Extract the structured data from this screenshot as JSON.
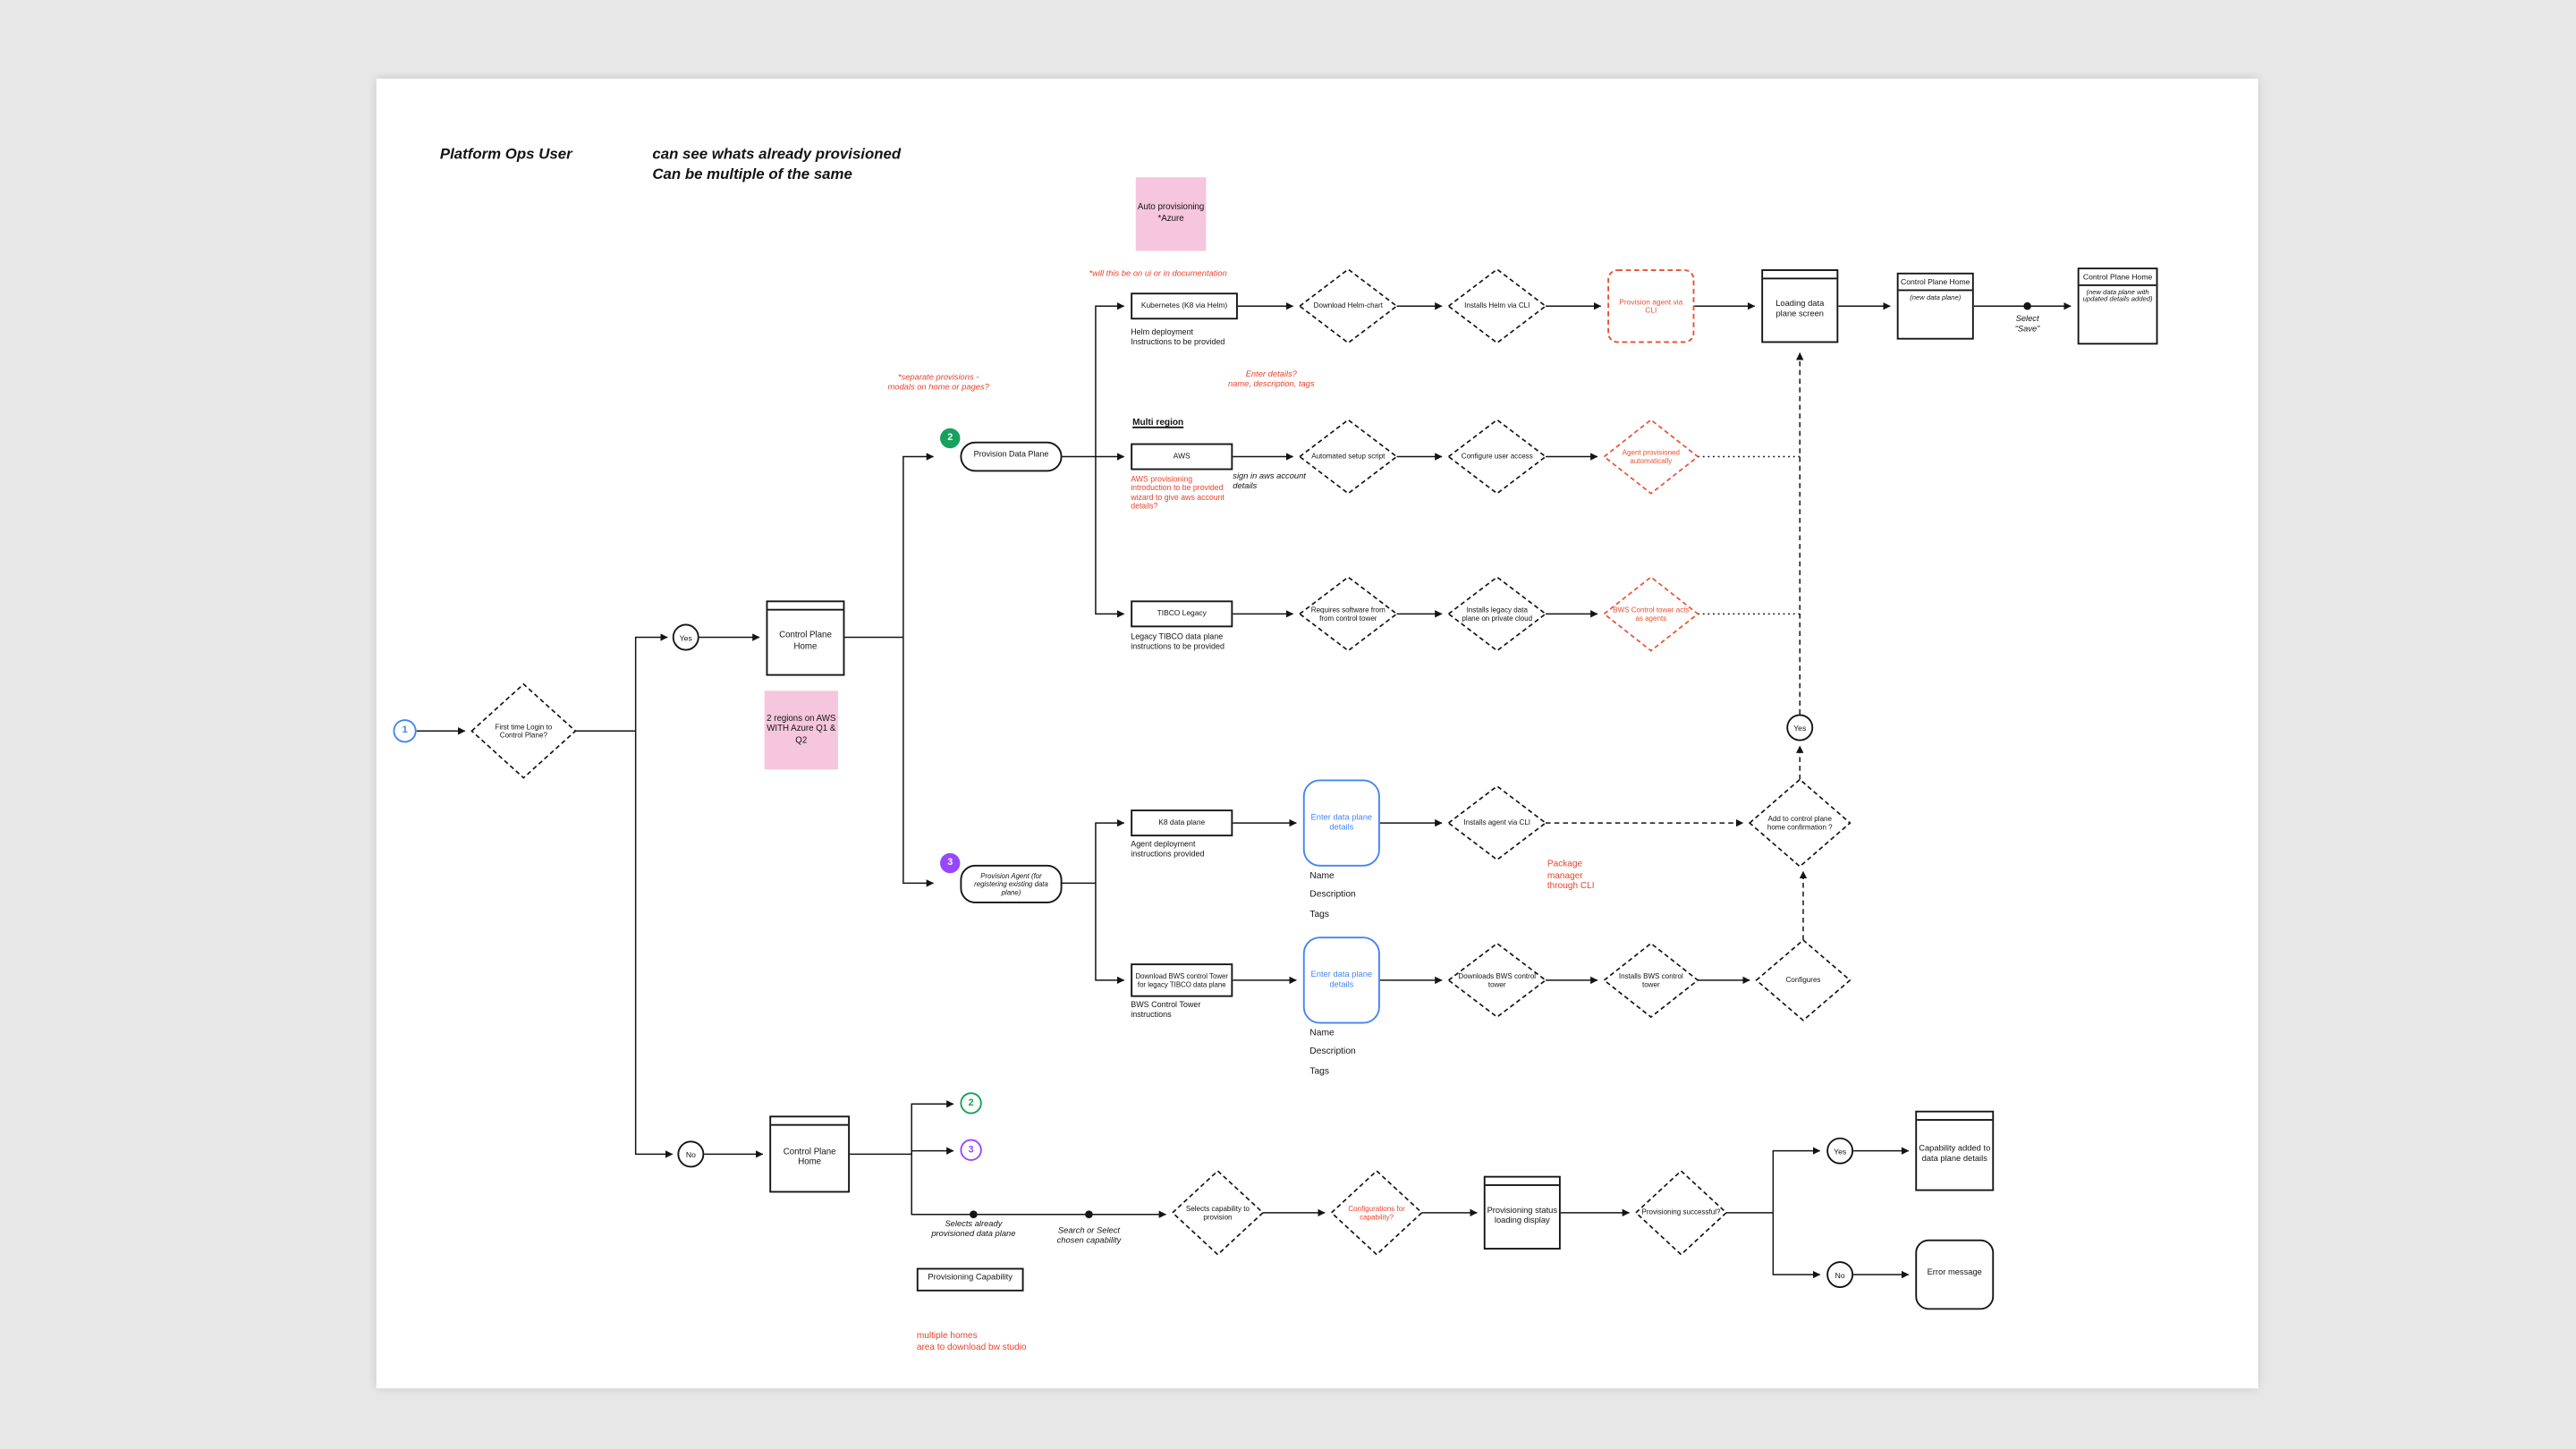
{
  "colors": {
    "ink": "#141414",
    "red": "#E8432D",
    "orange": "#EA4F30",
    "pink": "#F5C6DD",
    "blue": "#4285F4",
    "green": "#17A05E",
    "purple": "#9747FF",
    "backdrop": "#E7E7E7",
    "canvas": "#FFFFFF"
  },
  "header": {
    "title": "Platform Ops User",
    "note": "can see whats already provisioned\nCan be multiple of the same"
  },
  "steps": {
    "one": "1",
    "two": "2",
    "three": "3"
  },
  "decisions": {
    "yes": "Yes",
    "no": "No"
  },
  "notes": {
    "azure": "Auto provisioning *Azure",
    "ui_or_doc": "*will this be on ui or in documentation",
    "separate_provisions": "*separate provisions -\nmodals on home or pages?",
    "enter_details": "Enter details?\nname, description, tags",
    "multi_region": "Multi region",
    "aws_intro": "AWS provisioning introduction to be provided wizard to give aws account details?",
    "sign_in_aws": "sign in aws account details",
    "helm_instructions": "Helm deployment Instructions to be provided",
    "tibco_instructions": "Legacy TIBCO data plane instructions to be provided",
    "agent_instructions": "Agent deployment instructions provided",
    "bws_instructions": "BWS Control Tower instructions",
    "regions": "2 regions on AWS WITH Azure Q1 & Q2",
    "name_description_tags": "Name\nDescription\nTags",
    "package_manager": "Package manager through CLI",
    "select_save": "Select\n“Save”",
    "selects_provisioned": "Selects already provisioned data plane",
    "search_or_select": "Search or Select chosen capability",
    "multiple_homes": "multiple homes\narea to download bw studio"
  },
  "nodes": {
    "first_time_login": "First time Login to Control Plane?",
    "control_plane_home": "Control Plane Home",
    "provision_data_plane": "Provision Data Plane",
    "provision_agent": "Provision Agent (for registering existing data plane)",
    "kubernetes": "Kubernetes (K8 via Helm)",
    "download_helm": "Download Helm-chart",
    "installs_helm": "Installs Helm via CLI",
    "provision_agent_cli": "Provision agent via CLI",
    "loading_screen": "Loading data plane screen",
    "new_data_plane": "(new data plane)",
    "updated_details": "(new data plane with updated details added)",
    "aws": "AWS",
    "automated_setup": "Automated setup script",
    "configure_access": "Configure user access",
    "agent_provisioned": "Agent provisioned automatically",
    "tibco_legacy": "TIBCO Legacy",
    "requires_software": "Requires software from from control tower",
    "installs_legacy": "Installs legacy data plane on private cloud",
    "bws_tower_agents": "BWS Control tower acts as agents",
    "k8_data_plane": "K8 data plane",
    "enter_data_plane_details": "Enter data plane details",
    "installs_agent_cli": "Installs agent via CLI",
    "add_confirmation": "Add to control plane home confirmation ?",
    "download_bws": "Download BWS control Tower for legacy TIBCO data plane",
    "downloads_bws": "Downloads BWS control tower",
    "installs_bws": "Installs BWS control tower",
    "configures": "Configures",
    "provisioning_capability": "Provisioning Capability",
    "selects_capability": "Selects capability to provision",
    "config_for_capability": "Configurations for capability?",
    "provisioning_status": "Provisioning status loading display",
    "provisioning_successful": "Provisioning successful?",
    "capability_added": "Capability added to data plane details",
    "error_message": "Error message"
  }
}
